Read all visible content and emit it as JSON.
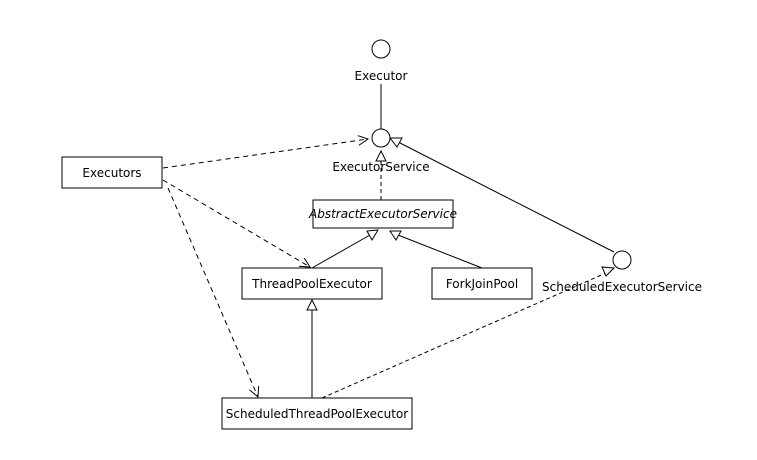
{
  "diagram": {
    "interfaces": {
      "executor": "Executor",
      "executor_service": "ExecutorService",
      "scheduled_executor_service": "ScheduledExecutorService"
    },
    "classes": {
      "executors": "Executors",
      "abstract_executor_service": "AbstractExecutorService",
      "thread_pool_executor": "ThreadPoolExecutor",
      "fork_join_pool": "ForkJoinPool",
      "scheduled_thread_pool_executor": "ScheduledThreadPoolExecutor"
    },
    "relationships": [
      {
        "from": "ExecutorService",
        "to": "Executor",
        "kind": "extends"
      },
      {
        "from": "AbstractExecutorService",
        "to": "ExecutorService",
        "kind": "implements"
      },
      {
        "from": "ScheduledExecutorService",
        "to": "ExecutorService",
        "kind": "extends"
      },
      {
        "from": "ThreadPoolExecutor",
        "to": "AbstractExecutorService",
        "kind": "extends"
      },
      {
        "from": "ForkJoinPool",
        "to": "AbstractExecutorService",
        "kind": "extends"
      },
      {
        "from": "ScheduledThreadPoolExecutor",
        "to": "ThreadPoolExecutor",
        "kind": "extends"
      },
      {
        "from": "ScheduledThreadPoolExecutor",
        "to": "ScheduledExecutorService",
        "kind": "implements"
      },
      {
        "from": "Executors",
        "to": "ExecutorService",
        "kind": "dependency"
      },
      {
        "from": "Executors",
        "to": "ThreadPoolExecutor",
        "kind": "dependency"
      },
      {
        "from": "Executors",
        "to": "ScheduledThreadPoolExecutor",
        "kind": "dependency"
      }
    ]
  }
}
